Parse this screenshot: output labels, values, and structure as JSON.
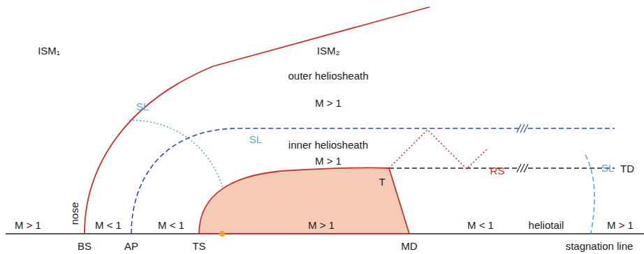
{
  "diagram": {
    "nodes": [
      {
        "text": [
          "M > 1",
          "T"
        ]
      }
    ],
    "labels": [
      "ISM₁",
      "ISM₂",
      "outer heliosheath",
      "M > 1",
      "SL",
      "SL",
      "inner heliosheath",
      "M > 1",
      "RS",
      "TD",
      "nose",
      "M > 1",
      "M < 1",
      "M < 1",
      "M < 1",
      "heliotail",
      "SL",
      "M > 1",
      "BS",
      "AP",
      "TS",
      "MD",
      "stagnation line"
    ]
  }
}
